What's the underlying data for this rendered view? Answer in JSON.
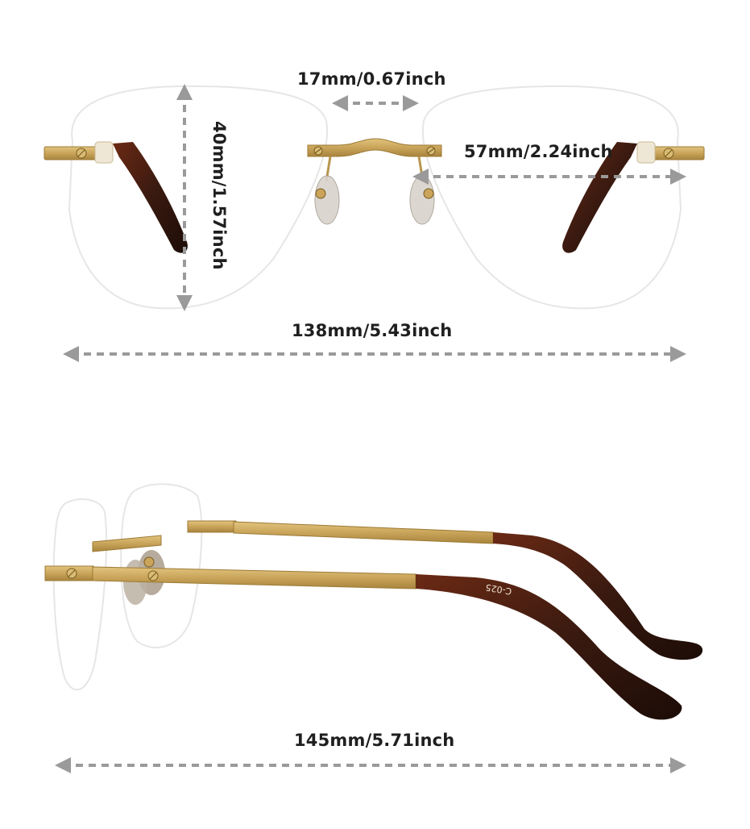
{
  "front_view": {
    "bridge_width": "17mm/0.67inch",
    "lens_height": "40mm/1.57inch",
    "lens_width": "57mm/2.24inch",
    "frame_width": "138mm/5.43inch"
  },
  "side_view": {
    "temple_length": "145mm/5.71inch",
    "temple_engraving": "C-025"
  },
  "colors": {
    "frame_gold": "#c9a45a",
    "tortoise_dark": "#3a1a10",
    "arrow_gray": "#9a9a9a",
    "text": "#1f1f1f"
  }
}
